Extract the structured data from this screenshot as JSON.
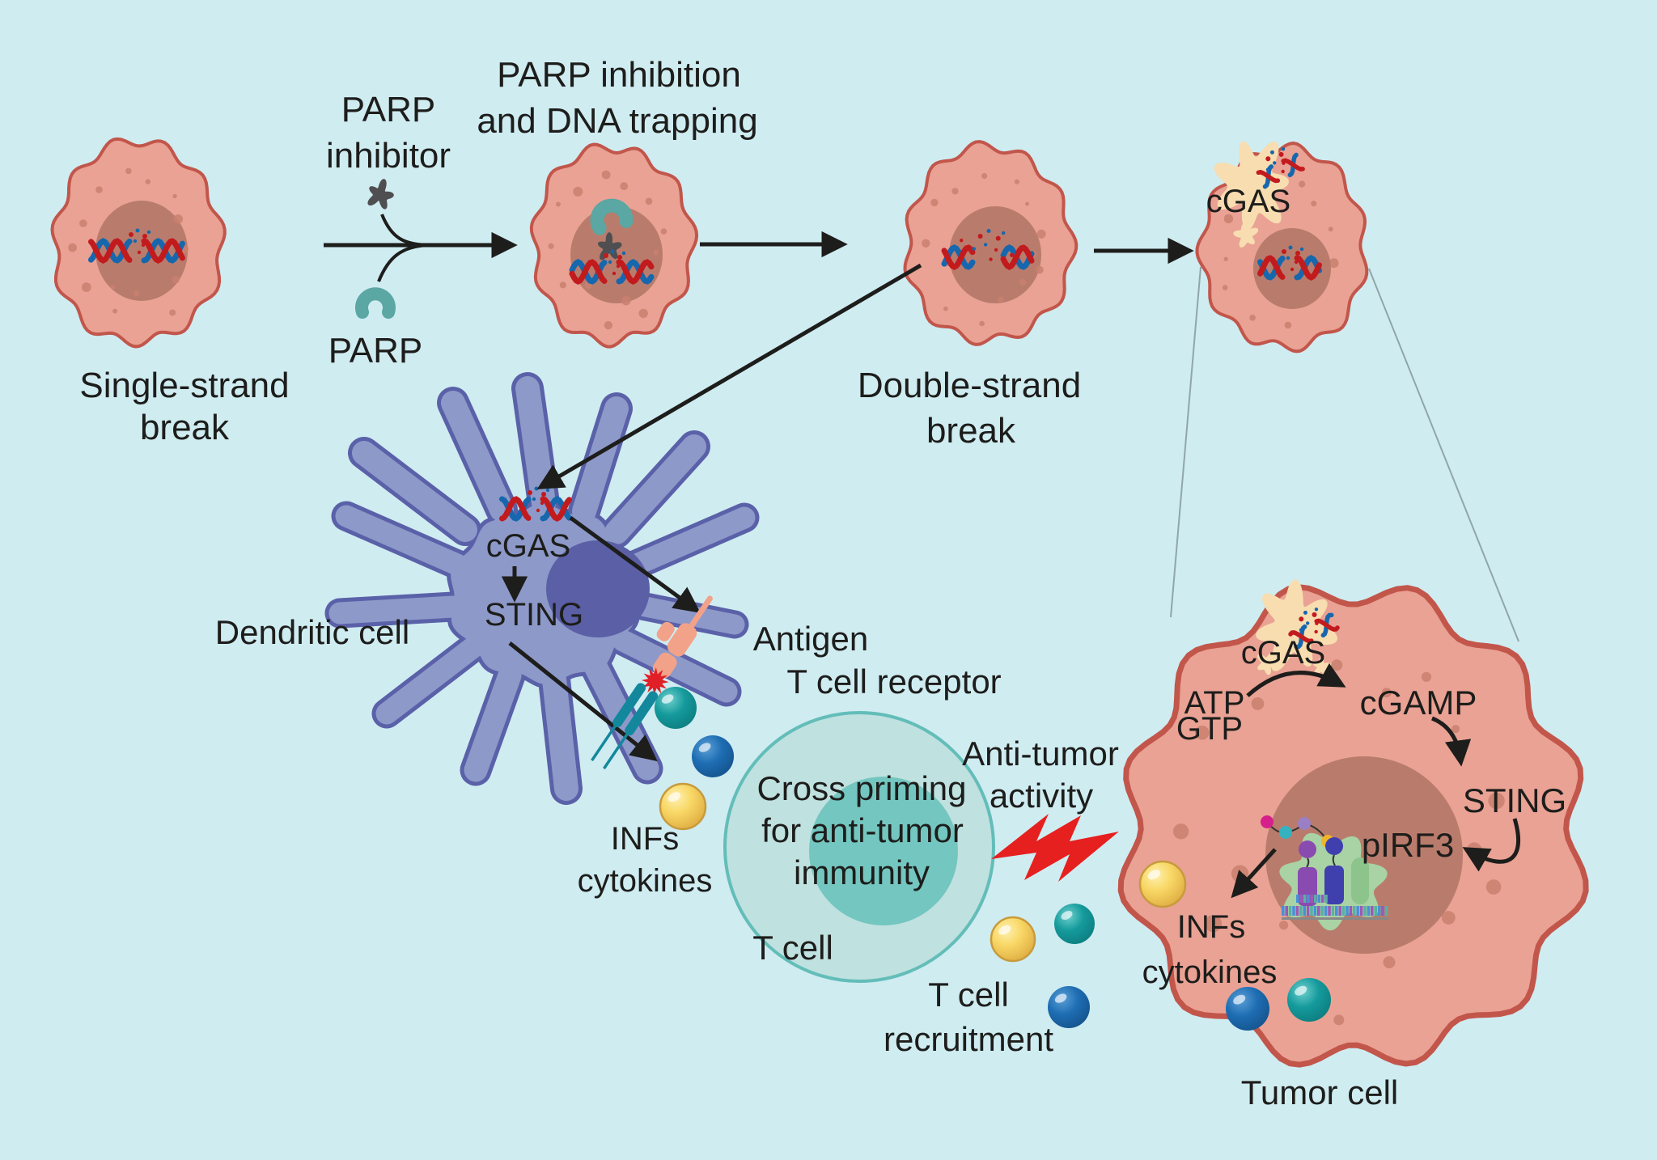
{
  "colors": {
    "bg": "#cfecf1",
    "text": "#1d1d1b",
    "arrow": "#1d1d1b",
    "cell_fill": "#e9a294",
    "cell_stroke": "#c2564b",
    "nucleus": "#b97c6c",
    "speckle": "#c9806f",
    "dendritic_fill": "#8d99c9",
    "dendritic_stroke": "#5a61a8",
    "dendritic_nucleus": "#5a5fa6",
    "tcell_fill": "#bfe1df",
    "tcell_stroke": "#63bdb9",
    "tcell_nucleus": "#74c6c0",
    "dna_blue": "#1667ad",
    "dna_red": "#c21b1e",
    "sphere_yellow": "#f9d867",
    "sphere_teal": "#159a9c",
    "sphere_blue": "#1e6db3",
    "lightning": "#e6201f",
    "parp": "#5aa7a3",
    "inhibitor": "#4f4f51",
    "cgas_blob": "#f8ddb0",
    "antigen": "#f2a289",
    "tcr": "#13889c",
    "burst": "#e01f26"
  },
  "labels": {
    "single_strand_break": {
      "l1": "Single-strand",
      "l2": "break"
    },
    "parp_inhibitor": {
      "l1": "PARP",
      "l2": "inhibitor"
    },
    "parp": "PARP",
    "parp_inhibition": {
      "l1": "PARP inhibition",
      "l2": "and DNA trapping"
    },
    "double_strand_break": {
      "l1": "Double-strand",
      "l2": "break"
    },
    "cell4_cgas": "cGAS",
    "dendritic": {
      "cgas": "cGAS",
      "sting": "STING",
      "name": "Dendritic cell"
    },
    "synapse": {
      "antigen": "Antigen",
      "receptor": "T cell receptor"
    },
    "dendritic_secretion": {
      "l1": "INFs",
      "l2": "cytokines"
    },
    "t_cell": {
      "l1": "Cross priming",
      "l2": "for anti-tumor",
      "l3": "immunity",
      "name": "T cell"
    },
    "anti_tumor": {
      "l1": "Anti-tumor",
      "l2": "activity"
    },
    "recruitment": {
      "l1": "T cell",
      "l2": "recruitment"
    },
    "tumor": {
      "cgas": "cGAS",
      "atp": "ATP",
      "gtp": "GTP",
      "cgamp": "cGAMP",
      "sting": "STING",
      "pirf3": "pIRF3",
      "infs": "INFs",
      "cytokines": "cytokines",
      "name": "Tumor cell"
    }
  }
}
